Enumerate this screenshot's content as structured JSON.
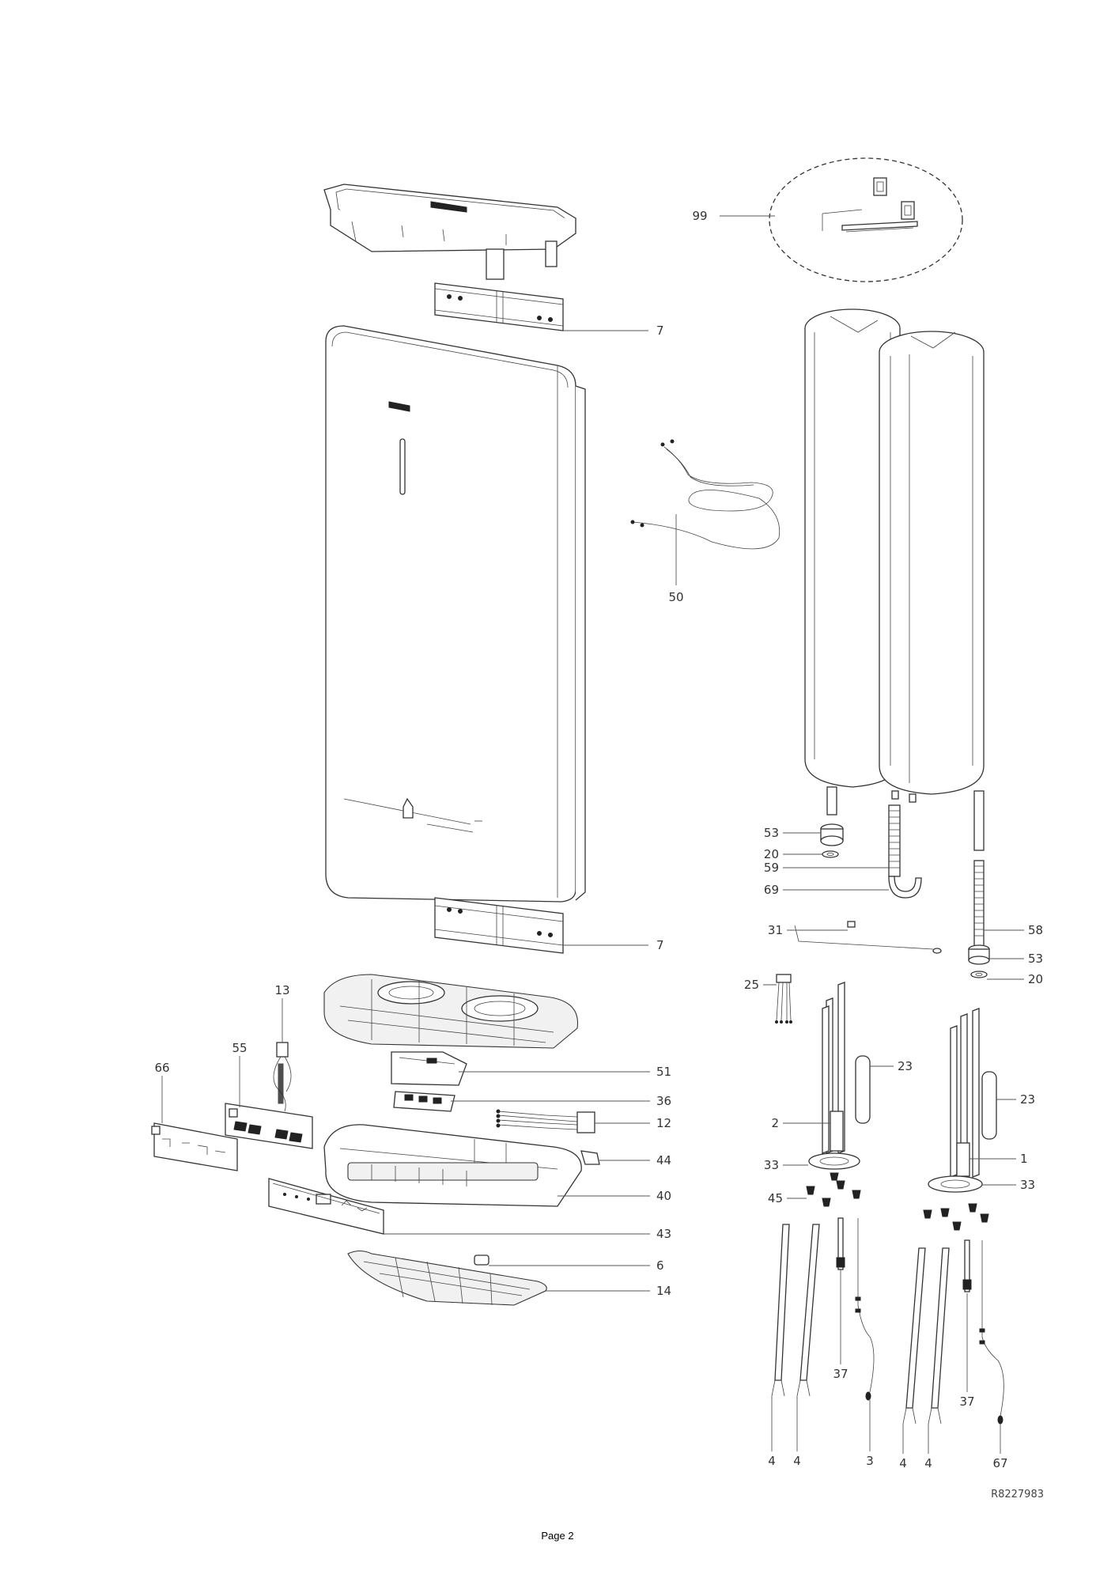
{
  "callouts": {
    "c99": "99",
    "c7a": "7",
    "c50": "50",
    "c7b": "7",
    "c13": "13",
    "c55": "55",
    "c66": "66",
    "c51": "51",
    "c36": "36",
    "c12": "12",
    "c44": "44",
    "c40": "40",
    "c43": "43",
    "c6": "6",
    "c14": "14",
    "c53a": "53",
    "c20a": "20",
    "c59": "59",
    "c69": "69",
    "c31": "31",
    "c58": "58",
    "c53b": "53",
    "c20b": "20",
    "c25": "25",
    "c23a": "23",
    "c23b": "23",
    "c2": "2",
    "c1": "1",
    "c33a": "33",
    "c33b": "33",
    "c45": "45",
    "c37a": "37",
    "c37b": "37",
    "c4a": "4",
    "c4b": "4",
    "c3": "3",
    "c4c": "4",
    "c4d": "4",
    "c67": "67"
  },
  "reference": "R8227983",
  "page": "Page 2"
}
